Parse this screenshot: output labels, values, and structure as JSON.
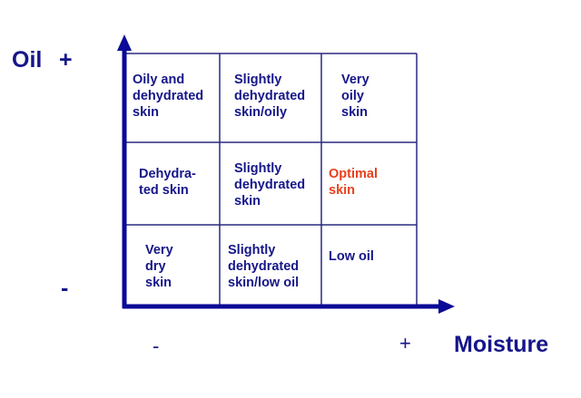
{
  "colors": {
    "text": "#16168a",
    "highlight": "#e8401c",
    "axis": "#0a0a96",
    "grid": "#2a2a80"
  },
  "axes": {
    "y_label": "Oil",
    "y_plus": "+",
    "y_minus": "-",
    "x_label": "Moisture",
    "x_plus": "+",
    "x_minus": "-"
  },
  "cells": [
    {
      "text": "Oily and\ndehydrated\nskin"
    },
    {
      "text": "Slightly\ndehydrated\nskin/oily"
    },
    {
      "text": "Very\noily\nskin"
    },
    {
      "text": "Dehydra-\nted skin"
    },
    {
      "text": "Slightly\ndehydrated\nskin"
    },
    {
      "text": "Optimal\nskin"
    },
    {
      "text": "Very\ndry\nskin"
    },
    {
      "text": "Slightly\ndehydrated\nskin/low oil"
    },
    {
      "text": "Low oil"
    }
  ]
}
